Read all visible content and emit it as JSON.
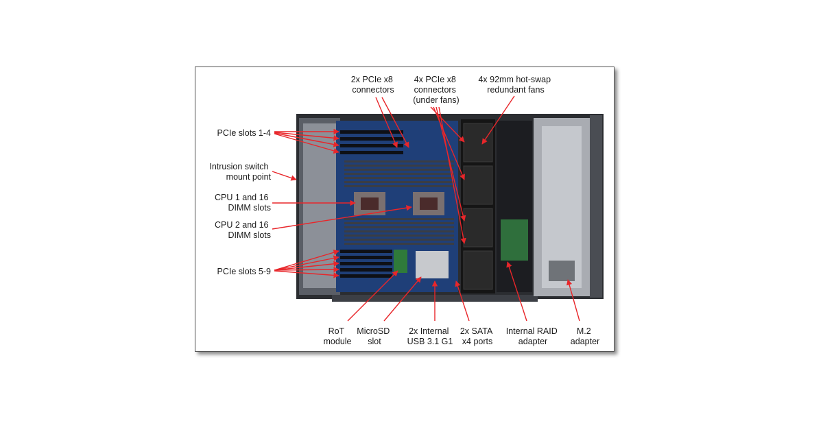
{
  "colors": {
    "arrow": "#e8262a",
    "frame_border": "#555555",
    "chassis": "#2b2d31",
    "motherboard": "#1f3f78",
    "dimm": "#3a3d44",
    "fan": "#151515",
    "drive_cage": "#a9acb2"
  },
  "callouts": {
    "pcie_x8_connectors": {
      "line1": "2x PCIe x8",
      "line2": "connectors"
    },
    "pcie_x8_under_fans": {
      "line1": "4x PCIe x8",
      "line2": "connectors",
      "line3": "(under fans)"
    },
    "fans": {
      "line1": "4x 92mm hot-swap",
      "line2": "redundant fans"
    },
    "pcie_slots_1_4": {
      "line1": "PCIe slots 1-4"
    },
    "intrusion_switch": {
      "line1": "Intrusion switch",
      "line2": "mount point"
    },
    "cpu1": {
      "line1": "CPU 1 and 16",
      "line2": "DIMM slots"
    },
    "cpu2": {
      "line1": "CPU 2 and 16",
      "line2": "DIMM slots"
    },
    "pcie_slots_5_9": {
      "line1": "PCIe slots 5-9"
    },
    "rot_module": {
      "line1": "RoT",
      "line2": "module"
    },
    "microsd": {
      "line1": "MicroSD",
      "line2": "slot"
    },
    "usb": {
      "line1": "2x Internal",
      "line2": "USB 3.1 G1"
    },
    "sata": {
      "line1": "2x SATA",
      "line2": "x4 ports"
    },
    "raid": {
      "line1": "Internal RAID",
      "line2": "adapter"
    },
    "m2": {
      "line1": "M.2",
      "line2": "adapter"
    }
  }
}
